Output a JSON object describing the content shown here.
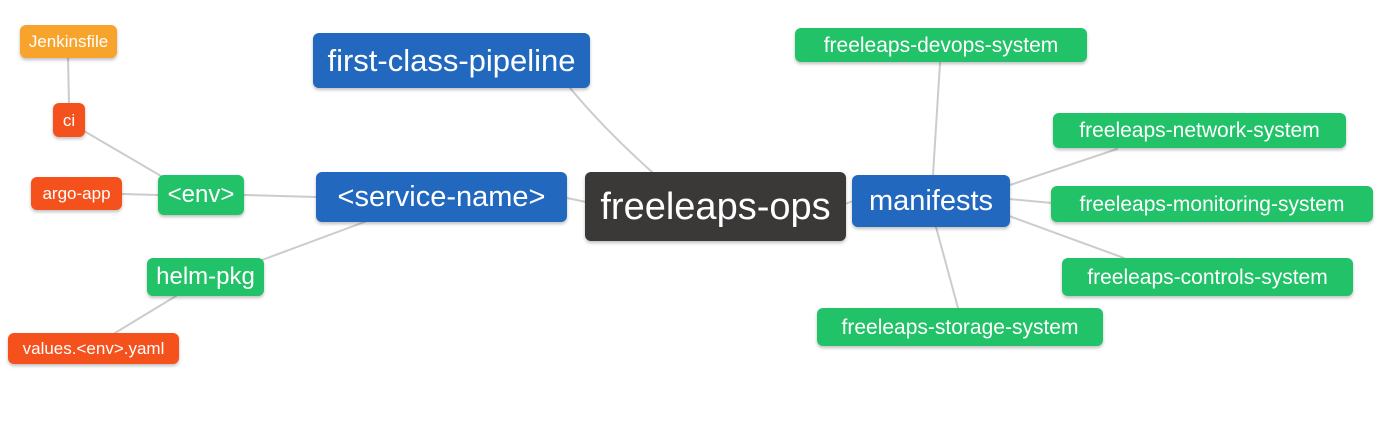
{
  "diagram": {
    "type": "mindmap",
    "root": "root"
  },
  "colors": {
    "blue": "#2268BE",
    "green": "#22C268",
    "amber": "#F8A42C",
    "orange_red": "#F5511D",
    "dark": "#3B3838",
    "edge": "#CCCCCC",
    "text": "#FFFFFF",
    "background": "#FFFFFF"
  },
  "nodes": {
    "root": {
      "label": "freeleaps-ops"
    },
    "first_class_pipeline": {
      "label": "first-class-pipeline"
    },
    "service_name": {
      "label": "<service-name>"
    },
    "env": {
      "label": "<env>"
    },
    "jenkinsfile": {
      "label": "Jenkinsfile"
    },
    "ci": {
      "label": "ci"
    },
    "argo_app": {
      "label": "argo-app"
    },
    "helm_pkg": {
      "label": "helm-pkg"
    },
    "values_env_yaml": {
      "label": "values.<env>.yaml"
    },
    "manifests": {
      "label": "manifests"
    },
    "devops_system": {
      "label": "freeleaps-devops-system"
    },
    "network_system": {
      "label": "freeleaps-network-system"
    },
    "monitoring_system": {
      "label": "freeleaps-monitoring-system"
    },
    "controls_system": {
      "label": "freeleaps-controls-system"
    },
    "storage_system": {
      "label": "freeleaps-storage-system"
    }
  },
  "edges": [
    {
      "from": "jenkinsfile",
      "to": "ci"
    },
    {
      "from": "ci",
      "to": "env"
    },
    {
      "from": "argo_app",
      "to": "env"
    },
    {
      "from": "env",
      "to": "service_name"
    },
    {
      "from": "helm_pkg",
      "to": "service_name"
    },
    {
      "from": "values_env_yaml",
      "to": "helm_pkg"
    },
    {
      "from": "first_class_pipeline",
      "to": "root"
    },
    {
      "from": "service_name",
      "to": "root"
    },
    {
      "from": "root",
      "to": "manifests"
    },
    {
      "from": "manifests",
      "to": "devops_system"
    },
    {
      "from": "manifests",
      "to": "network_system"
    },
    {
      "from": "manifests",
      "to": "monitoring_system"
    },
    {
      "from": "manifests",
      "to": "controls_system"
    },
    {
      "from": "manifests",
      "to": "storage_system"
    }
  ]
}
